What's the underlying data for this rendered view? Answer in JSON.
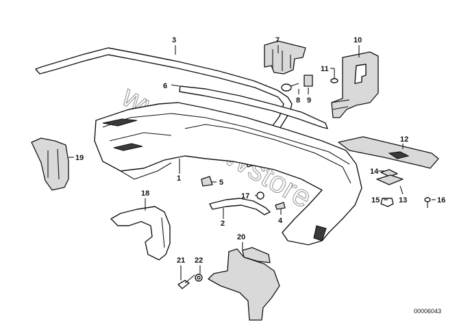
{
  "watermark": "www.BMWstore.pl",
  "catalog_number": "00006043",
  "labels": {
    "l1": "1",
    "l2": "2",
    "l3": "3",
    "l4": "4",
    "l5": "5",
    "l6": "6",
    "l7": "7",
    "l8": "8",
    "l9": "9",
    "l10": "10",
    "l11": "11",
    "l12": "12",
    "l13": "13",
    "l14": "14",
    "l15": "15",
    "l16": "16",
    "l17": "17",
    "l18": "18",
    "l19": "19",
    "l20": "20",
    "l21": "21",
    "l22": "22"
  }
}
